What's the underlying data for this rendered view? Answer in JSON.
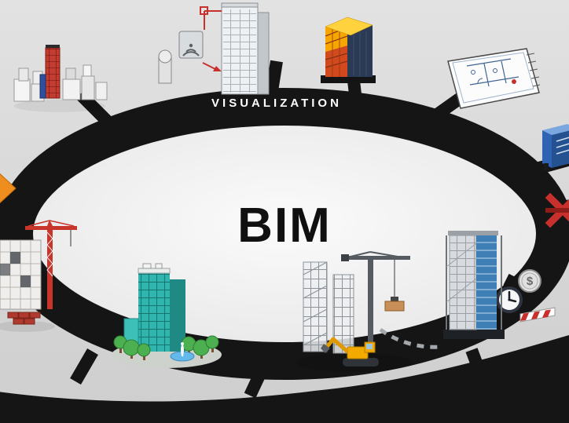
{
  "diagram": {
    "title": "BIM",
    "ring_label": "VISUALIZATION",
    "currency_symbol": "$",
    "colors": {
      "bg": "#d9d9d9",
      "ring": "#151515",
      "inner": "#f4f4f4",
      "label": "#ffffff",
      "title": "#101010",
      "red": "#c9302c",
      "orange": "#f59e00",
      "blue": "#2f63b4",
      "teal": "#2fb5ad",
      "green": "#4caf50",
      "yellow": "#f2a900"
    },
    "nodes": [
      {
        "id": "city-cluster",
        "name": "city model cluster"
      },
      {
        "id": "laser-scan-building",
        "name": "laser scanned tower with scanner"
      },
      {
        "id": "energy-analysis-building",
        "name": "energy analysis building"
      },
      {
        "id": "floor-plan",
        "name": "floor plan drawing"
      },
      {
        "id": "mep-machine",
        "name": "blue plant unit"
      },
      {
        "id": "clash-marker",
        "name": "red clash marker"
      },
      {
        "id": "time-cost",
        "name": "clock and dollar cost icons"
      },
      {
        "id": "scaffold-building",
        "name": "scaffolded glass building"
      },
      {
        "id": "construction-site",
        "name": "construction site with cranes and excavator"
      },
      {
        "id": "green-building",
        "name": "green building with trees and fountain"
      },
      {
        "id": "crane-building",
        "name": "tower crane with building frame and bricks"
      },
      {
        "id": "site-cone",
        "name": "orange site marker"
      }
    ]
  }
}
